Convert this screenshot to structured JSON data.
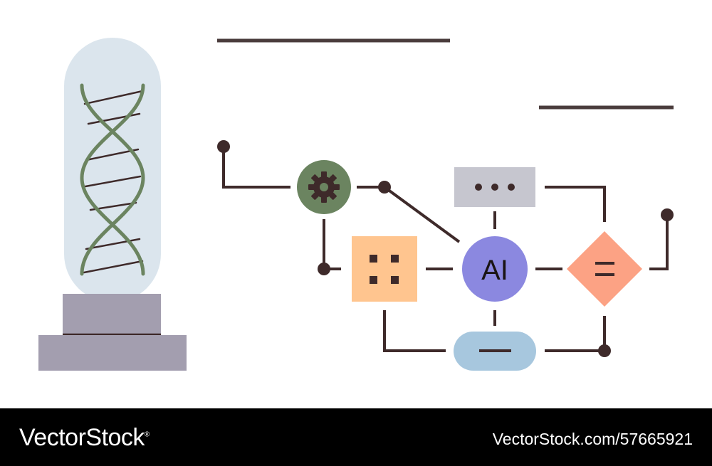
{
  "diagram": {
    "center_node_label": "AI",
    "colors": {
      "line": "#3e2a2a",
      "gear_node": "#6b8460",
      "center_node": "#8b88e0",
      "grid_square": "#ffc58f",
      "dots_rect": "#c6c6cf",
      "diamond": "#fca284",
      "pill": "#a7c7de",
      "capsule": "#dbe5ed",
      "base": "#a39eaf",
      "dna": "#6b8460"
    },
    "icons": {
      "gear": "gear-icon",
      "grid": "four-dots-icon",
      "dots": "ellipsis-icon",
      "equals": "equals-icon",
      "minus": "minus-icon",
      "dna": "dna-helix-icon"
    }
  },
  "footer": {
    "brand": "VectorStock",
    "registered_mark": "®",
    "credit": "VectorStock.com/57665921"
  }
}
